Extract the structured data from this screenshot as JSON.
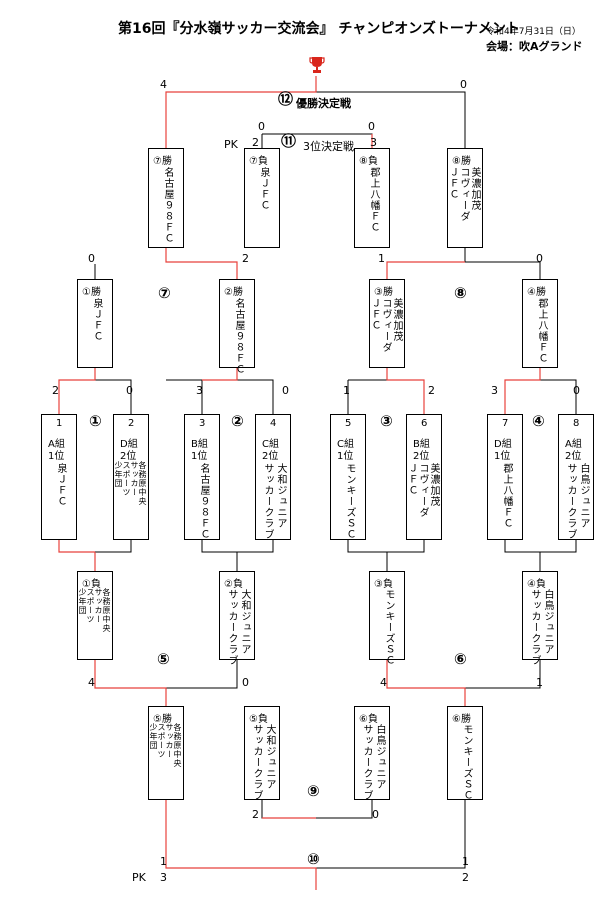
{
  "header": {
    "title": "第16回『分水嶺サッカー交流会』 チャンピオンズトーナメント",
    "date": "令和4年7月31日（日）",
    "venue": "会場：吹Aグランド"
  },
  "colors": {
    "winner_line": "#e8423c",
    "line": "#000000",
    "trophy": "#d9261c"
  },
  "icons": {
    "trophy": "trophy-icon"
  },
  "match_labels": {
    "final": "⑫",
    "final_name": "優勝決定戦",
    "third": "⑪",
    "third_name": "3位決定戦",
    "m1": "①",
    "m2": "②",
    "m3": "③",
    "m4": "④",
    "m5": "⑤",
    "m6": "⑥",
    "m7": "⑦",
    "m8": "⑧",
    "m9": "⑨",
    "m10": "⑩",
    "pk": "PK"
  },
  "boxes": {
    "s1": {
      "seed": "1",
      "group": "A組",
      "rank": "1位",
      "team": "泉ＪＦＣ"
    },
    "s2": {
      "seed": "2",
      "group": "D組",
      "rank": "2位",
      "team": "各務原中央",
      "team2": "サッカー",
      "team3": "スポーツ",
      "team4": "少年団"
    },
    "s3": {
      "seed": "3",
      "group": "B組",
      "rank": "1位",
      "team": "名古屋９８ＦＣ"
    },
    "s4": {
      "seed": "4",
      "group": "C組",
      "rank": "2位",
      "team": "大和ジュニア",
      "team2": "サッカークラブ"
    },
    "s5": {
      "seed": "5",
      "group": "C組",
      "rank": "1位",
      "team": "モンキーズＳＣ"
    },
    "s6": {
      "seed": "6",
      "group": "B組",
      "rank": "2位",
      "team": "美濃加茂",
      "team2": "コヴィーダ",
      "team3": "ＪＦＣ"
    },
    "s7": {
      "seed": "7",
      "group": "D組",
      "rank": "1位",
      "team": "郡上八幡ＦＣ"
    },
    "s8": {
      "seed": "8",
      "group": "A組",
      "rank": "2位",
      "team": "白鳥ジュニア",
      "team2": "サッカークラブ"
    },
    "w1": {
      "head": "①勝",
      "team": "泉ＪＦＣ"
    },
    "w2": {
      "head": "②勝",
      "team": "名古屋９８ＦＣ"
    },
    "w3": {
      "head": "③勝",
      "team": "美濃加茂",
      "team2": "コヴィーダ",
      "team3": "ＪＦＣ"
    },
    "w4": {
      "head": "④勝",
      "team": "郡上八幡ＦＣ"
    },
    "w7": {
      "head": "⑦勝",
      "team": "名古屋９８ＦＣ"
    },
    "l7": {
      "head": "⑦負",
      "team": "泉ＪＦＣ"
    },
    "l8": {
      "head": "⑧負",
      "team": "郡上八幡ＦＣ"
    },
    "w8": {
      "head": "⑧勝",
      "team": "美濃加茂",
      "team2": "コヴィーダ",
      "team3": "ＪＦＣ"
    },
    "l1": {
      "head": "①負",
      "team": "各務原中央",
      "team2": "サッカー",
      "team3": "スポーツ",
      "team4": "少年団"
    },
    "l2": {
      "head": "②負",
      "team": "大和ジュニア",
      "team2": "サッカークラブ"
    },
    "l3": {
      "head": "③負",
      "team": "モンキーズＳＣ"
    },
    "l4": {
      "head": "④負",
      "team": "白鳥ジュニア",
      "team2": "サッカークラブ"
    },
    "w5": {
      "head": "⑤勝",
      "team": "各務原中央",
      "team2": "サッカー",
      "team3": "スポーツ",
      "team4": "少年団"
    },
    "l5": {
      "head": "⑤負",
      "team": "大和ジュニア",
      "team2": "サッカークラブ"
    },
    "l6": {
      "head": "⑥負",
      "team": "白鳥ジュニア",
      "team2": "サッカークラブ"
    },
    "w6": {
      "head": "⑥勝",
      "team": "モンキーズＳＣ"
    }
  },
  "scores": {
    "final_l": "4",
    "final_r": "0",
    "third_l": "0",
    "third_r": "0",
    "third_pk_l": "2",
    "third_pk_r": "3",
    "m7_l": "0",
    "m7_r": "2",
    "m8_l": "1",
    "m8_r": "0",
    "m1_l": "2",
    "m1_r": "0",
    "m2_l": "3",
    "m2_r": "0",
    "m3_l": "1",
    "m3_r": "2",
    "m4_l": "3",
    "m4_r": "0",
    "m5_l": "4",
    "m5_r": "0",
    "m6_l": "4",
    "m6_r": "1",
    "m9_l": "2",
    "m9_r": "0",
    "m10_l": "1",
    "m10_r": "1",
    "m10_pk_l": "3",
    "m10_pk_r": "2"
  }
}
